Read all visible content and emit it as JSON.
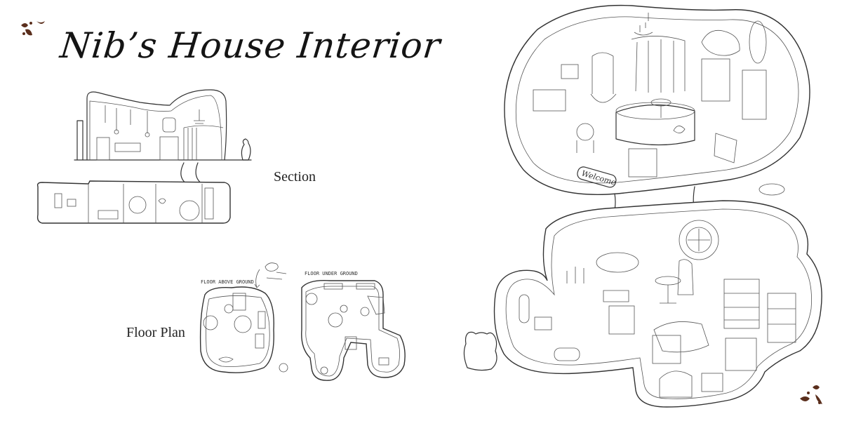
{
  "title": "Nib’s House Interior",
  "labels": {
    "section": "Section",
    "floor_plan": "Floor Plan",
    "floor_above": "FLOOR ABOVE GROUND",
    "floor_under": "FLOOR UNDER GROUND",
    "welcome_sign": "Welcome"
  },
  "colors": {
    "ink": "#333333",
    "ornament": "#5a2e1c",
    "background": "#ffffff"
  },
  "icons": [
    "corner-ornament-icon",
    "hamster-silhouette-icon",
    "arrow-icon",
    "shovel-icon"
  ]
}
